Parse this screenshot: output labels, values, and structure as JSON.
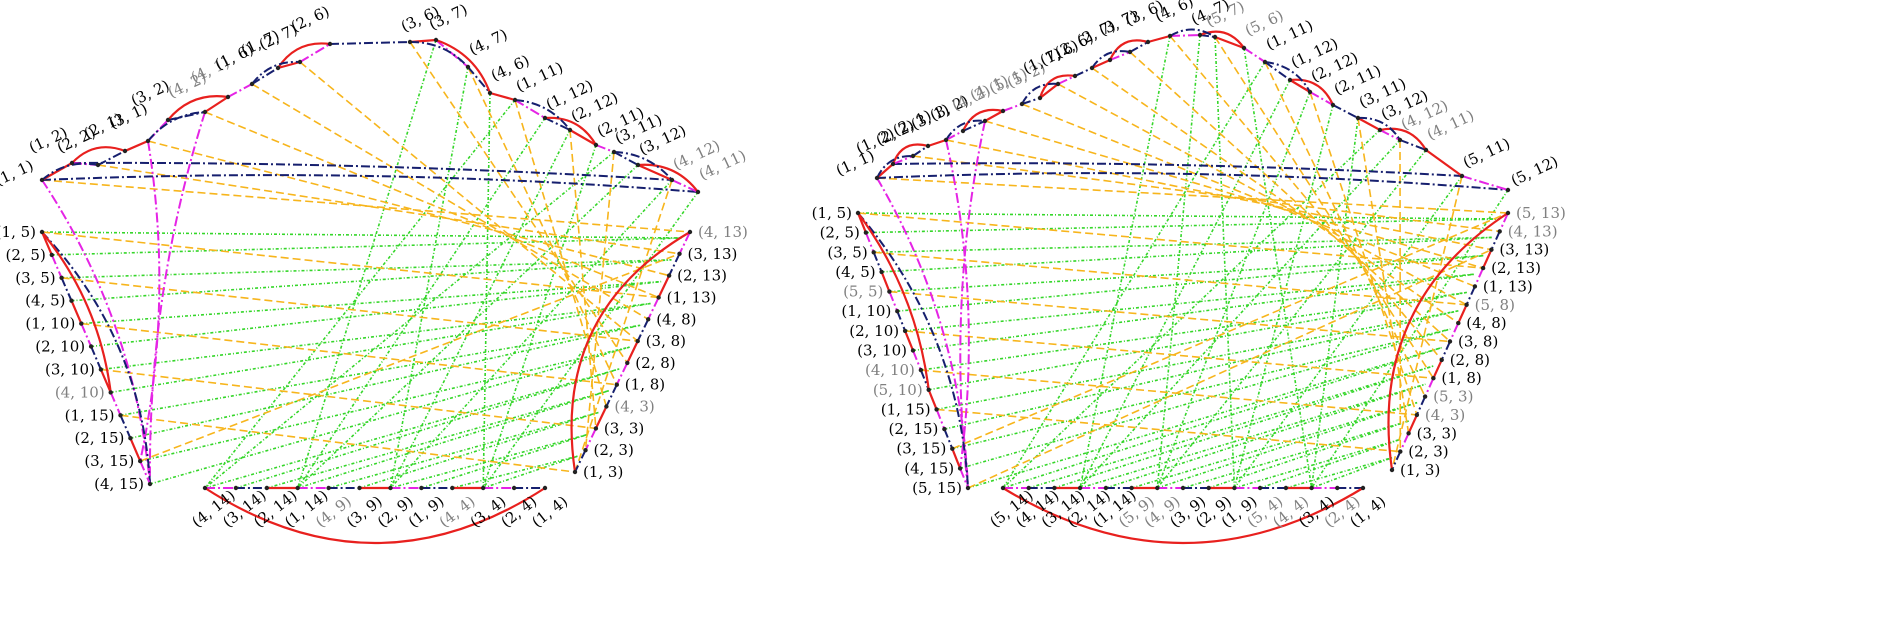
{
  "colors": {
    "red": "#e8201e",
    "magenta": "#e524e5",
    "navy": "#161f6e",
    "green": "#35d62a",
    "orange": "#f7b51c",
    "label": "#000000",
    "label_muted": "#808080",
    "vertex": "#222222"
  },
  "left": {
    "top": [
      {
        "label": "(1, 1)",
        "muted": false
      },
      {
        "label": "(1, 2)",
        "muted": false
      },
      {
        "label": "(2, 2)",
        "muted": false
      },
      {
        "label": "(2, 1)",
        "muted": false
      },
      {
        "label": "(3, 1)",
        "muted": false
      },
      {
        "label": "(3, 2)",
        "muted": false
      },
      {
        "label": "(4, 2)",
        "muted": true
      },
      {
        "label": "(4, 1)",
        "muted": true
      },
      {
        "label": "(1, 6)",
        "muted": false
      },
      {
        "label": "(1, 7)",
        "muted": false
      },
      {
        "label": "(2, 7)",
        "muted": false
      },
      {
        "label": "(2, 6)",
        "muted": false
      },
      {
        "label": "(3, 6)",
        "muted": false
      },
      {
        "label": "(3, 7)",
        "muted": false
      },
      {
        "label": "(4, 7)",
        "muted": false
      },
      {
        "label": "(4, 6)",
        "muted": false
      },
      {
        "label": "(1, 11)",
        "muted": false
      },
      {
        "label": "(1, 12)",
        "muted": false
      },
      {
        "label": "(2, 12)",
        "muted": false
      },
      {
        "label": "(2, 11)",
        "muted": false
      },
      {
        "label": "(3, 11)",
        "muted": false
      },
      {
        "label": "(3, 12)",
        "muted": false
      },
      {
        "label": "(4, 12)",
        "muted": true
      },
      {
        "label": "(4, 11)",
        "muted": true
      }
    ],
    "left_side": [
      {
        "label": "(1, 5)",
        "muted": false
      },
      {
        "label": "(2, 5)",
        "muted": false
      },
      {
        "label": "(3, 5)",
        "muted": false
      },
      {
        "label": "(4, 5)",
        "muted": false
      },
      {
        "label": "(1, 10)",
        "muted": false
      },
      {
        "label": "(2, 10)",
        "muted": false
      },
      {
        "label": "(3, 10)",
        "muted": false
      },
      {
        "label": "(4, 10)",
        "muted": true
      },
      {
        "label": "(1, 15)",
        "muted": false
      },
      {
        "label": "(2, 15)",
        "muted": false
      },
      {
        "label": "(3, 15)",
        "muted": false
      },
      {
        "label": "(4, 15)",
        "muted": false
      }
    ],
    "bottom": [
      {
        "label": "(4, 14)",
        "muted": false
      },
      {
        "label": "(3, 14)",
        "muted": false
      },
      {
        "label": "(2, 14)",
        "muted": false
      },
      {
        "label": "(1, 14)",
        "muted": false
      },
      {
        "label": "(4, 9)",
        "muted": true
      },
      {
        "label": "(3, 9)",
        "muted": false
      },
      {
        "label": "(2, 9)",
        "muted": false
      },
      {
        "label": "(1, 9)",
        "muted": false
      },
      {
        "label": "(4, 4)",
        "muted": true
      },
      {
        "label": "(3, 4)",
        "muted": false
      },
      {
        "label": "(2, 4)",
        "muted": false
      },
      {
        "label": "(1, 4)",
        "muted": false
      }
    ],
    "right_side": [
      {
        "label": "(4, 13)",
        "muted": true
      },
      {
        "label": "(3, 13)",
        "muted": false
      },
      {
        "label": "(2, 13)",
        "muted": false
      },
      {
        "label": "(1, 13)",
        "muted": false
      },
      {
        "label": "(4, 8)",
        "muted": false
      },
      {
        "label": "(3, 8)",
        "muted": false
      },
      {
        "label": "(2, 8)",
        "muted": false
      },
      {
        "label": "(1, 8)",
        "muted": false
      },
      {
        "label": "(4, 3)",
        "muted": true
      },
      {
        "label": "(3, 3)",
        "muted": false
      },
      {
        "label": "(2, 3)",
        "muted": false
      },
      {
        "label": "(1, 3)",
        "muted": false
      }
    ]
  },
  "right": {
    "top": [
      {
        "label": "(1, 1)",
        "muted": false
      },
      {
        "label": "(1, 2)",
        "muted": false
      },
      {
        "label": "(2, 2)",
        "muted": false
      },
      {
        "label": "(2, 1)",
        "muted": false
      },
      {
        "label": "(3, 1)",
        "muted": false
      },
      {
        "label": "(3, 2)",
        "muted": false
      },
      {
        "label": "(4, 2)",
        "muted": true
      },
      {
        "label": "(4, 1)",
        "muted": true
      },
      {
        "label": "(5, 1)",
        "muted": true
      },
      {
        "label": "(5, 2)",
        "muted": true
      },
      {
        "label": "(1, 7)",
        "muted": false
      },
      {
        "label": "(1, 6)",
        "muted": false
      },
      {
        "label": "(2, 6)",
        "muted": false
      },
      {
        "label": "(2, 7)",
        "muted": false
      },
      {
        "label": "(3, 7)",
        "muted": false
      },
      {
        "label": "(3, 6)",
        "muted": false
      },
      {
        "label": "(4, 6)",
        "muted": false
      },
      {
        "label": "(4, 7)",
        "muted": false
      },
      {
        "label": "(5, 7)",
        "muted": true
      },
      {
        "label": "(5, 6)",
        "muted": true
      },
      {
        "label": "(1, 11)",
        "muted": false
      },
      {
        "label": "(1, 12)",
        "muted": false
      },
      {
        "label": "(2, 12)",
        "muted": false
      },
      {
        "label": "(2, 11)",
        "muted": false
      },
      {
        "label": "(3, 11)",
        "muted": false
      },
      {
        "label": "(3, 12)",
        "muted": false
      },
      {
        "label": "(4, 12)",
        "muted": true
      },
      {
        "label": "(4, 11)",
        "muted": true
      },
      {
        "label": "(5, 11)",
        "muted": false
      },
      {
        "label": "(5, 12)",
        "muted": false
      }
    ],
    "left_side": [
      {
        "label": "(1, 5)",
        "muted": false
      },
      {
        "label": "(2, 5)",
        "muted": false
      },
      {
        "label": "(3, 5)",
        "muted": false
      },
      {
        "label": "(4, 5)",
        "muted": false
      },
      {
        "label": "(5, 5)",
        "muted": true
      },
      {
        "label": "(1, 10)",
        "muted": false
      },
      {
        "label": "(2, 10)",
        "muted": false
      },
      {
        "label": "(3, 10)",
        "muted": false
      },
      {
        "label": "(4, 10)",
        "muted": true
      },
      {
        "label": "(5, 10)",
        "muted": true
      },
      {
        "label": "(1, 15)",
        "muted": false
      },
      {
        "label": "(2, 15)",
        "muted": false
      },
      {
        "label": "(3, 15)",
        "muted": false
      },
      {
        "label": "(4, 15)",
        "muted": false
      },
      {
        "label": "(5, 15)",
        "muted": false
      }
    ],
    "bottom": [
      {
        "label": "(5, 14)",
        "muted": false
      },
      {
        "label": "(4, 14)",
        "muted": false
      },
      {
        "label": "(3, 14)",
        "muted": false
      },
      {
        "label": "(2, 14)",
        "muted": false
      },
      {
        "label": "(1, 14)",
        "muted": false
      },
      {
        "label": "(5, 9)",
        "muted": true
      },
      {
        "label": "(4, 9)",
        "muted": true
      },
      {
        "label": "(3, 9)",
        "muted": false
      },
      {
        "label": "(2, 9)",
        "muted": false
      },
      {
        "label": "(1, 9)",
        "muted": false
      },
      {
        "label": "(5, 4)",
        "muted": true
      },
      {
        "label": "(4, 4)",
        "muted": true
      },
      {
        "label": "(3, 4)",
        "muted": false
      },
      {
        "label": "(2, 4)",
        "muted": true
      },
      {
        "label": "(1, 4)",
        "muted": false
      }
    ],
    "right_side": [
      {
        "label": "(5, 13)",
        "muted": true
      },
      {
        "label": "(4, 13)",
        "muted": true
      },
      {
        "label": "(3, 13)",
        "muted": false
      },
      {
        "label": "(2, 13)",
        "muted": false
      },
      {
        "label": "(1, 13)",
        "muted": false
      },
      {
        "label": "(5, 8)",
        "muted": true
      },
      {
        "label": "(4, 8)",
        "muted": false
      },
      {
        "label": "(3, 8)",
        "muted": false
      },
      {
        "label": "(2, 8)",
        "muted": false
      },
      {
        "label": "(1, 8)",
        "muted": false
      },
      {
        "label": "(5, 3)",
        "muted": true
      },
      {
        "label": "(4, 3)",
        "muted": true
      },
      {
        "label": "(3, 3)",
        "muted": false
      },
      {
        "label": "(2, 3)",
        "muted": false
      },
      {
        "label": "(1, 3)",
        "muted": false
      }
    ]
  }
}
